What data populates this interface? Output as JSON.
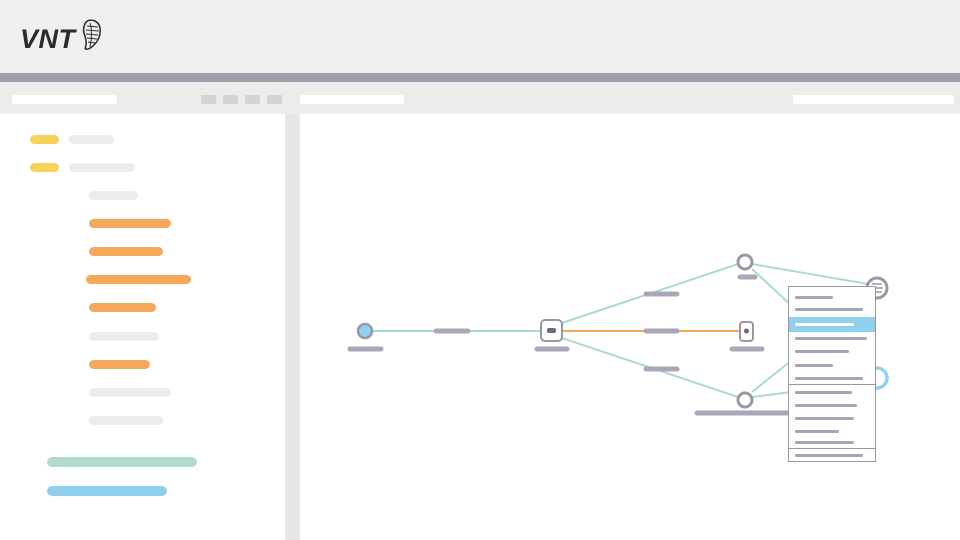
{
  "app": {
    "logo_text": "VNT",
    "logo_icon": "hand-mark-icon"
  },
  "colors": {
    "header_bg": "#efefef",
    "accent_bar": "#a39daf",
    "placeholder_gray": "#ececec",
    "yellow": "#f8d15a",
    "orange": "#f6a85a",
    "green": "#b1dbc9",
    "blue": "#8fd0ee",
    "edge_teal": "#a9dccb",
    "edge_orange": "#f6a85a",
    "node_stroke": "#9b98a3",
    "label_purple": "#aaa6b8"
  },
  "toolbar": {
    "left_title": "",
    "tool_icons": [
      "tool-1-icon",
      "tool-2-icon",
      "tool-3-icon",
      "tool-4-icon"
    ],
    "canvas_title": "",
    "right_field": ""
  },
  "sidebar": {
    "groups": [
      {
        "badge_color": "yellow",
        "label": ""
      },
      {
        "badge_color": "yellow",
        "label": ""
      }
    ],
    "items": [
      {
        "state": "default",
        "label": ""
      },
      {
        "state": "highlighted",
        "label": ""
      },
      {
        "state": "highlighted",
        "label": ""
      },
      {
        "state": "highlighted",
        "label": ""
      },
      {
        "state": "highlighted",
        "label": ""
      },
      {
        "state": "default",
        "label": ""
      },
      {
        "state": "highlighted",
        "label": ""
      },
      {
        "state": "default",
        "label": ""
      },
      {
        "state": "default",
        "label": ""
      }
    ],
    "actions": [
      {
        "color": "green",
        "label": ""
      },
      {
        "color": "blue",
        "label": ""
      }
    ]
  },
  "graph": {
    "nodes": [
      {
        "id": "source",
        "shape": "circle",
        "fill": "#8fd0ee"
      },
      {
        "id": "router",
        "shape": "rounded-square"
      },
      {
        "id": "top",
        "shape": "circle"
      },
      {
        "id": "middle",
        "shape": "rounded-square"
      },
      {
        "id": "bottom",
        "shape": "circle"
      },
      {
        "id": "output-stack",
        "shape": "stack-circle"
      },
      {
        "id": "output-ring",
        "shape": "ring",
        "stroke": "#8fd0ee"
      }
    ],
    "edges": [
      {
        "from": "source",
        "to": "router",
        "color": "teal"
      },
      {
        "from": "router",
        "to": "top",
        "color": "teal"
      },
      {
        "from": "router",
        "to": "middle",
        "color": "orange"
      },
      {
        "from": "router",
        "to": "bottom",
        "color": "teal"
      },
      {
        "from": "top",
        "to": "output-stack",
        "color": "teal"
      },
      {
        "from": "top",
        "to": "output-ring",
        "color": "teal"
      },
      {
        "from": "bottom",
        "to": "output-stack",
        "color": "teal"
      },
      {
        "from": "bottom",
        "to": "output-ring",
        "color": "teal"
      }
    ]
  },
  "context_menu": {
    "selected_index": 2,
    "items": [
      "",
      "",
      "",
      "",
      "",
      "",
      "",
      "",
      "",
      "",
      "",
      ""
    ]
  }
}
